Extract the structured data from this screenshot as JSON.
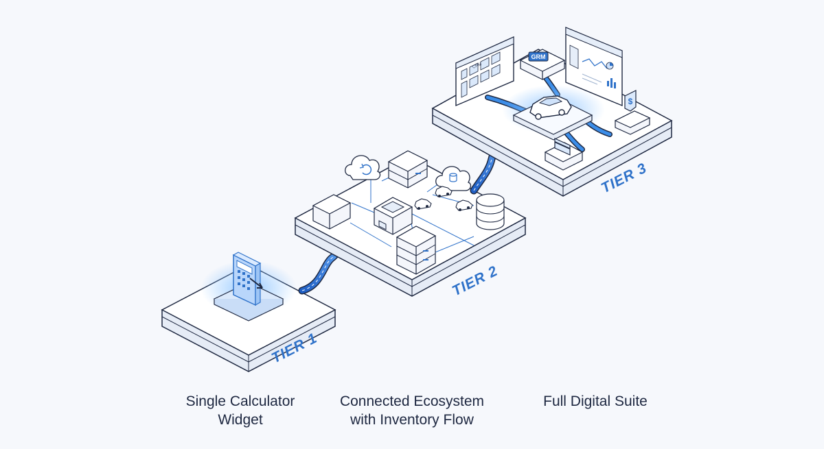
{
  "tiers": [
    {
      "label": "TIER 1",
      "caption_lines": [
        "Single Calculator",
        "Widget"
      ]
    },
    {
      "label": "TIER 2",
      "caption_lines": [
        "Connected Ecosystem",
        "with Inventory Flow"
      ]
    },
    {
      "label": "TIER 3",
      "caption_lines": [
        "Full Digital Suite"
      ]
    }
  ],
  "screen_tags": {
    "crm_small": "CRM",
    "grm_box": "GRM",
    "dollar": "$"
  },
  "icons": [
    "calculator-icon",
    "cloud-sync-icon",
    "server-icon",
    "database-icon",
    "car-icon",
    "dashboard-icon",
    "credit-card-icon",
    "dollar-icon"
  ],
  "colors": {
    "accent": "#2f72c9",
    "flow": "#3b8de8",
    "platform_top": "#ffffff",
    "platform_edge": "#1d2740",
    "background": "#f6f8fc"
  }
}
